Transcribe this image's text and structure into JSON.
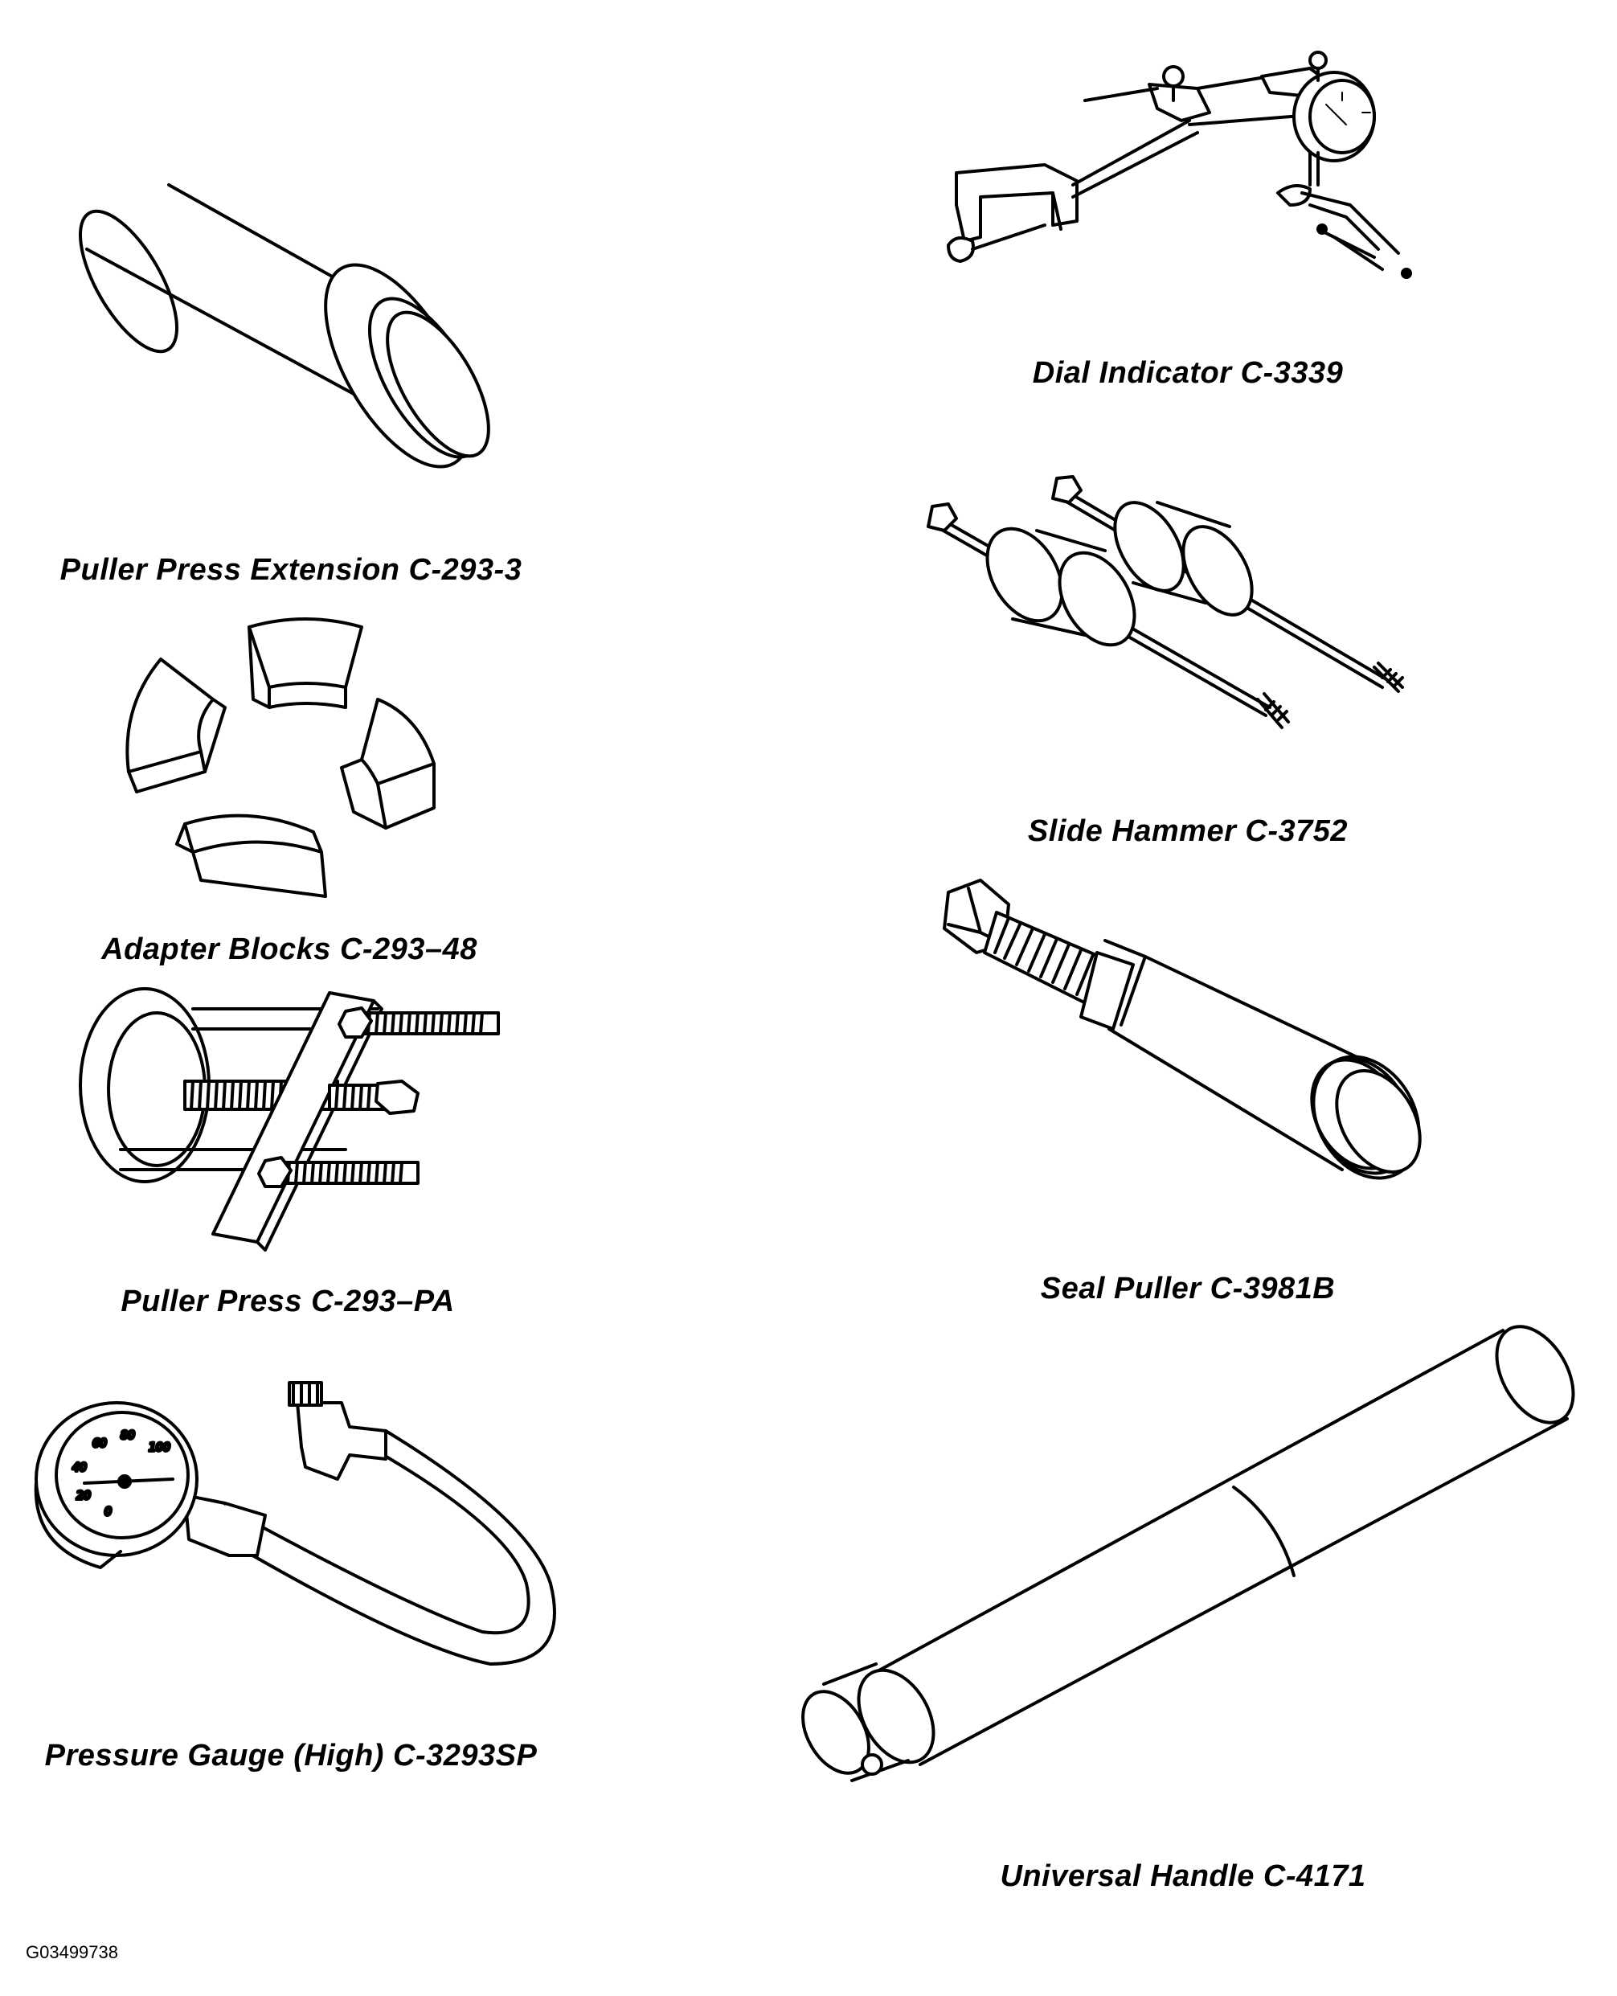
{
  "tools": [
    {
      "id": "puller-press-extension",
      "label": "Puller Press Extension C-293-3"
    },
    {
      "id": "adapter-blocks",
      "label": "Adapter Blocks C-293–48"
    },
    {
      "id": "puller-press",
      "label": "Puller Press C-293–PA"
    },
    {
      "id": "pressure-gauge-high",
      "label": "Pressure Gauge (High) C-3293SP"
    },
    {
      "id": "dial-indicator",
      "label": "Dial Indicator C-3339"
    },
    {
      "id": "slide-hammer",
      "label": "Slide Hammer C-3752"
    },
    {
      "id": "seal-puller",
      "label": "Seal Puller C-3981B"
    },
    {
      "id": "universal-handle",
      "label": "Universal Handle C-4171"
    }
  ],
  "figure_id": "G03499738",
  "gauge_dial_numbers": [
    "60",
    "80",
    "100",
    "40",
    "20",
    "0"
  ]
}
